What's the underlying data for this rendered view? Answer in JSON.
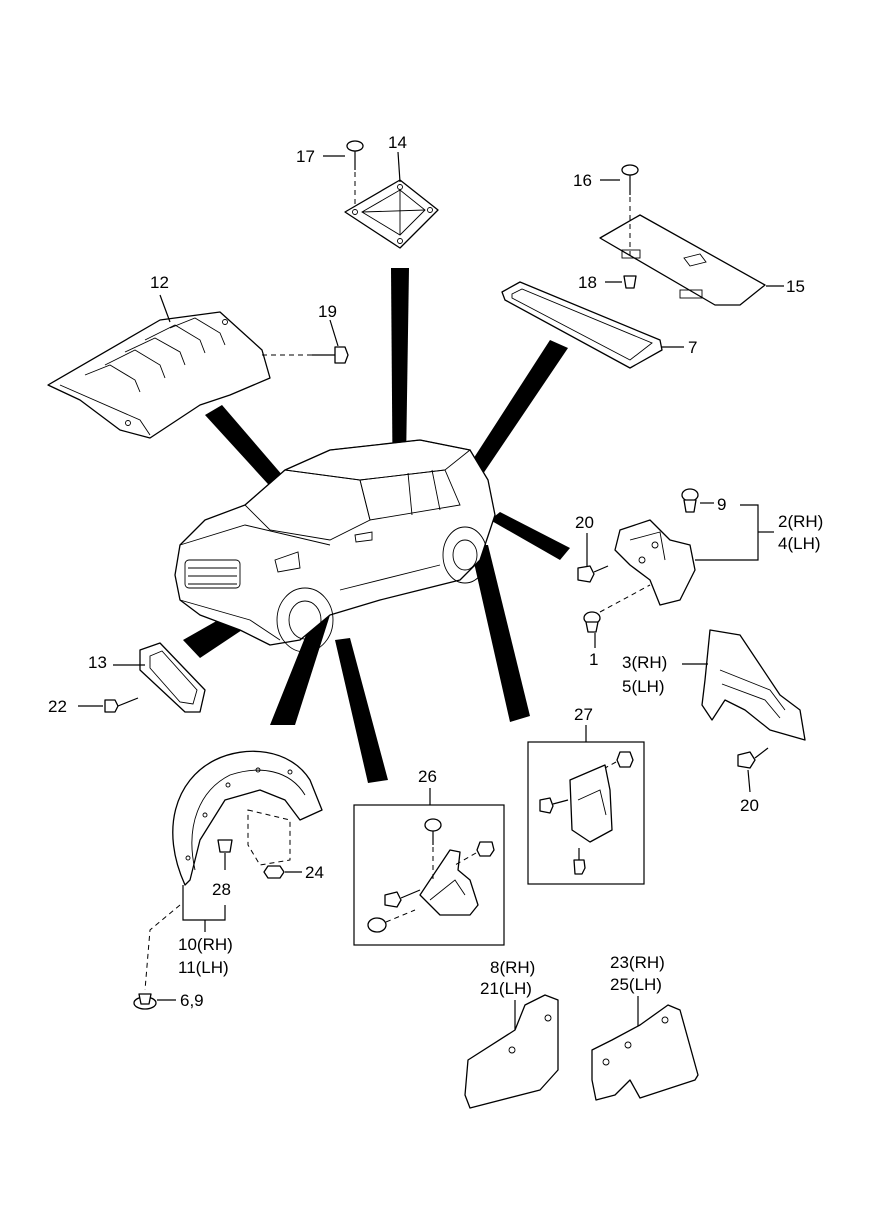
{
  "callouts": {
    "c1": "1",
    "c2_4": [
      "2(RH)",
      "4(LH)"
    ],
    "c3_5": [
      "3(RH)",
      "5(LH)"
    ],
    "c6_9": "6,9",
    "c7": "7",
    "c8_21": [
      "8(RH)",
      "21(LH)"
    ],
    "c9": "9",
    "c10_11": [
      "10(RH)",
      "11(LH)"
    ],
    "c12": "12",
    "c13": "13",
    "c14": "14",
    "c15": "15",
    "c16": "16",
    "c17": "17",
    "c18": "18",
    "c19": "19",
    "c20a": "20",
    "c20b": "20",
    "c22": "22",
    "c23_25": [
      "23(RH)",
      "25(LH)"
    ],
    "c24": "24",
    "c26": "26",
    "c27": "27",
    "c28": "28"
  }
}
